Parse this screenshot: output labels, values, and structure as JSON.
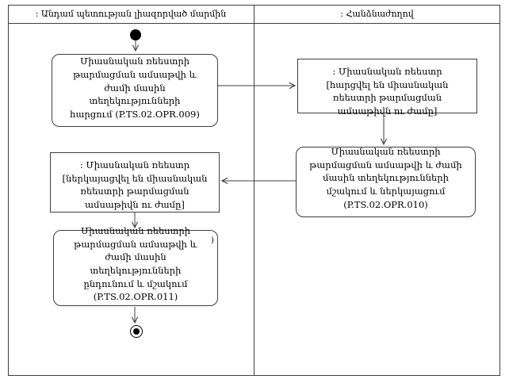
{
  "diagram": {
    "type": "uml-activity-swimlane",
    "colors": {
      "line": "#3f3f3f",
      "background": "#ffffff",
      "text": "#000000",
      "node_fill": "#000000"
    },
    "lanes": [
      {
        "header": ": Անդամ պետության լիազորված մարմին"
      },
      {
        "header": ": Հանձնաժողով"
      }
    ],
    "nodes": {
      "action_opr009": {
        "label": "Միասնական ռեեստրի թարմացման ամսաթվի և ժամի մասին տեղեկությունների հարցում (P.TS.02.OPR.009)"
      },
      "object_register_requested": {
        "label": ": Միասնական ռեեստր [հարցվել են միասնական ռեեստրի թարմացման ամսաթիվն ու ժամը]"
      },
      "action_opr010": {
        "label": "Միասնական ռեեստրի թարմացման ամսաթվի և ժամի մասին տեղեկությունների մշակում և ներկայացում (P.TS.02.OPR.010)"
      },
      "object_register_presented": {
        "label": ": Միասնական ռեեստր [ներկայացվել են միասնական ռեեստրի թարմացման ամսաթիվն ու ժամը]"
      },
      "action_opr011": {
        "label": "Միասնական ռեեստրի թարմացման ամսաթվի և ժամի մասին տեղեկությունների ընդունում և մշակում (P.TS.02.OPR.011)"
      },
      "stray_mark": {
        "label": ")"
      }
    }
  }
}
